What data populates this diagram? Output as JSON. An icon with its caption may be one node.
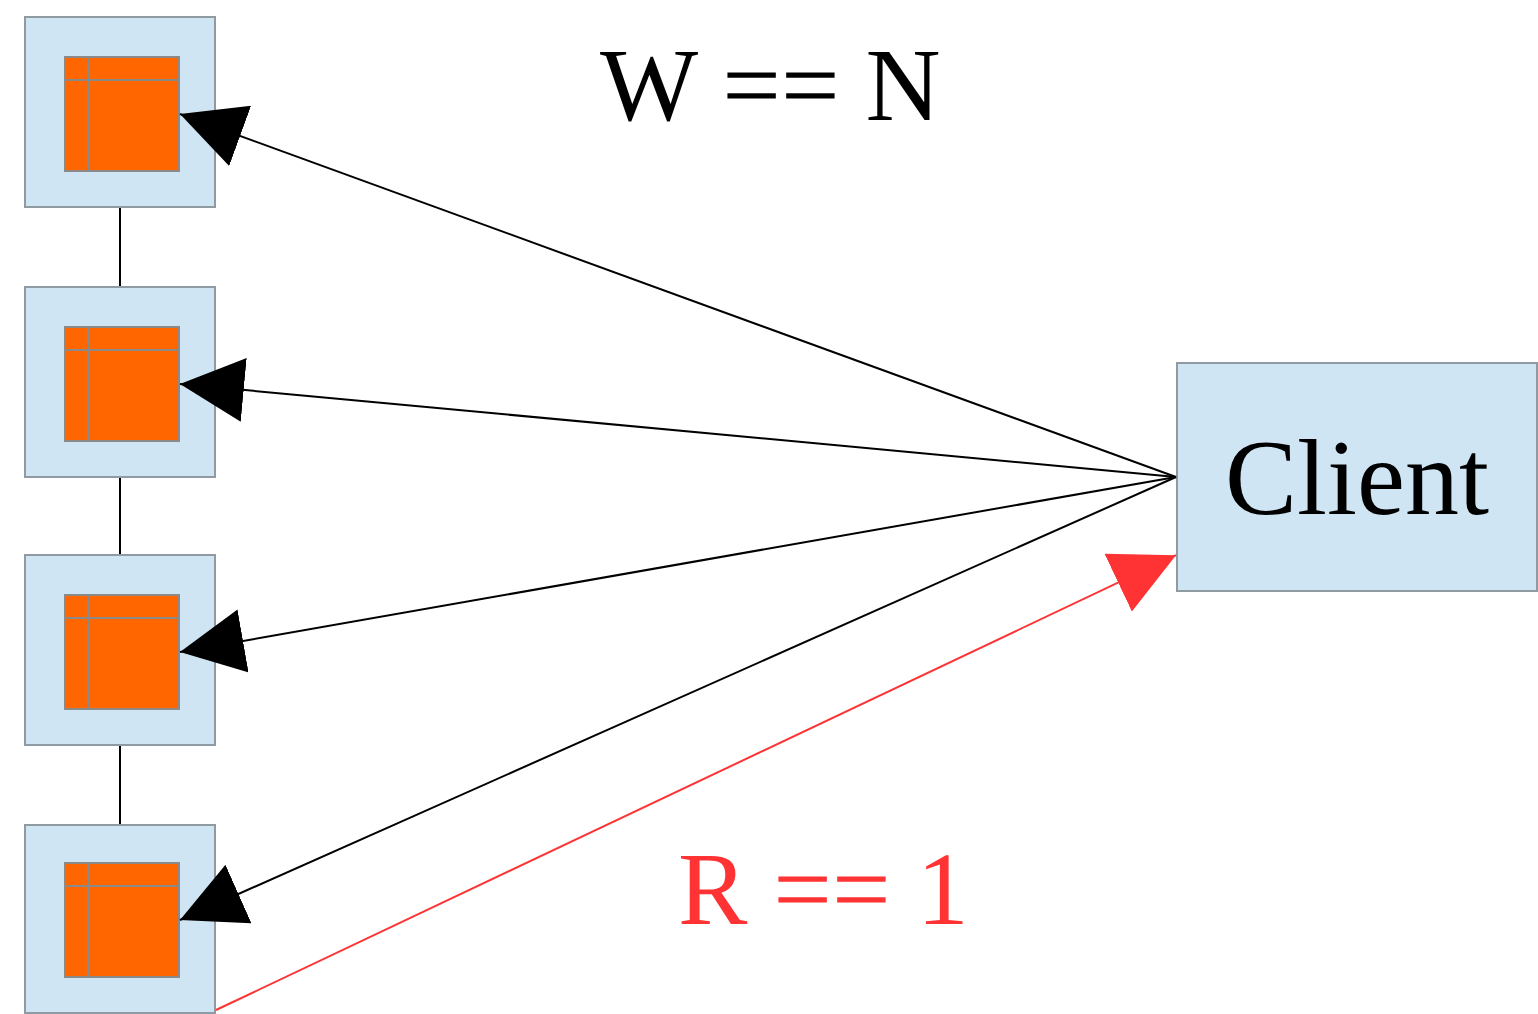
{
  "diagram": {
    "nodes": [
      {
        "text": [],
        "shape": "box"
      },
      {
        "text": [],
        "shape": "box"
      },
      {
        "text": [],
        "shape": "box"
      },
      {
        "text": [],
        "shape": "box"
      },
      {
        "text": [],
        "shape": "box",
        "in": 0
      },
      {
        "text": [],
        "shape": "box",
        "in": 1
      },
      {
        "text": [],
        "shape": "box",
        "in": 2
      },
      {
        "text": [],
        "shape": "box",
        "in": 3
      },
      {
        "text": [
          "Client"
        ]
      }
    ],
    "edges": [
      {
        "from": 0,
        "to": 1,
        "arrow": "none"
      },
      {
        "from": 1,
        "to": 2,
        "arrow": "none"
      },
      {
        "from": 2,
        "to": 3,
        "arrow": "none"
      },
      {
        "from": 8,
        "to": 4,
        "arrow": "to"
      },
      {
        "from": 8,
        "to": 5,
        "arrow": "to"
      },
      {
        "from": 8,
        "to": 6,
        "arrow": "to"
      },
      {
        "from": 8,
        "to": 7,
        "arrow": "to"
      },
      {
        "from": 3,
        "to": 8,
        "arrow": "to",
        "color": "#ff3333"
      }
    ],
    "labels": [
      "W == N",
      "R == 1"
    ]
  }
}
